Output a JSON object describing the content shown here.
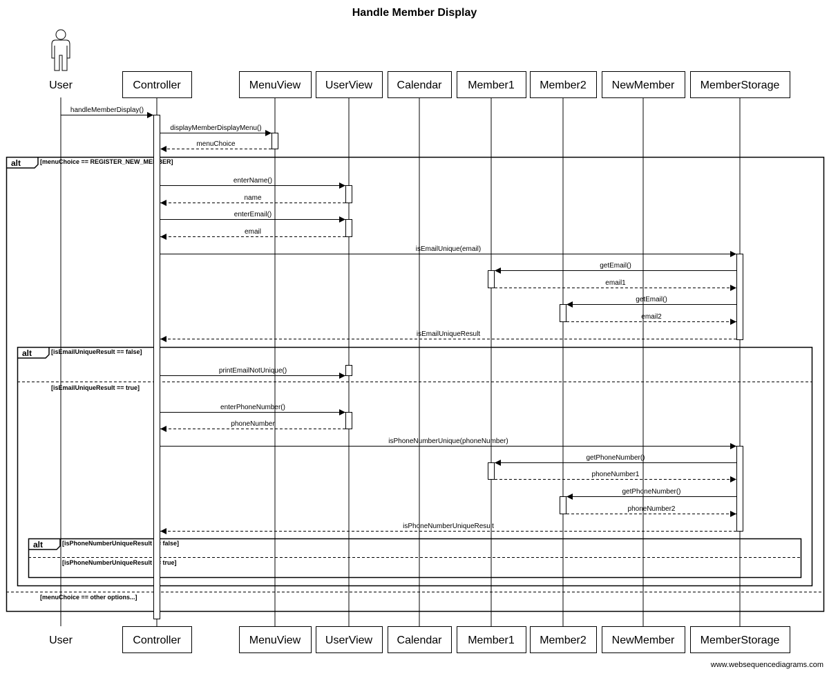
{
  "title": "Handle Member Display",
  "watermark": "www.websequencediagrams.com",
  "participants": [
    {
      "id": "User",
      "label": "User",
      "kind": "actor"
    },
    {
      "id": "Controller",
      "label": "Controller",
      "kind": "box"
    },
    {
      "id": "MenuView",
      "label": "MenuView",
      "kind": "box"
    },
    {
      "id": "UserView",
      "label": "UserView",
      "kind": "box"
    },
    {
      "id": "Calendar",
      "label": "Calendar",
      "kind": "box"
    },
    {
      "id": "Member1",
      "label": "Member1",
      "kind": "box"
    },
    {
      "id": "Member2",
      "label": "Member2",
      "kind": "box"
    },
    {
      "id": "NewMember",
      "label": "NewMember",
      "kind": "box"
    },
    {
      "id": "MemberStorage",
      "label": "MemberStorage",
      "kind": "box"
    }
  ],
  "messages": [
    {
      "from": "User",
      "to": "Controller",
      "label": "handleMemberDisplay()",
      "style": "sync"
    },
    {
      "from": "Controller",
      "to": "MenuView",
      "label": "displayMemberDisplayMenu()",
      "style": "sync"
    },
    {
      "from": "MenuView",
      "to": "Controller",
      "label": "menuChoice",
      "style": "return"
    },
    {
      "from": "Controller",
      "to": "UserView",
      "label": "enterName()",
      "style": "sync"
    },
    {
      "from": "UserView",
      "to": "Controller",
      "label": "name",
      "style": "return"
    },
    {
      "from": "Controller",
      "to": "UserView",
      "label": "enterEmail()",
      "style": "sync"
    },
    {
      "from": "UserView",
      "to": "Controller",
      "label": "email",
      "style": "return"
    },
    {
      "from": "Controller",
      "to": "MemberStorage",
      "label": "isEmailUnique(email)",
      "style": "sync"
    },
    {
      "from": "MemberStorage",
      "to": "Member1",
      "label": "getEmail()",
      "style": "sync"
    },
    {
      "from": "Member1",
      "to": "MemberStorage",
      "label": "email1",
      "style": "return"
    },
    {
      "from": "MemberStorage",
      "to": "Member2",
      "label": "getEmail()",
      "style": "sync"
    },
    {
      "from": "Member2",
      "to": "MemberStorage",
      "label": "email2",
      "style": "return"
    },
    {
      "from": "MemberStorage",
      "to": "Controller",
      "label": "isEmailUniqueResult",
      "style": "return"
    },
    {
      "from": "Controller",
      "to": "UserView",
      "label": "printEmailNotUnique()",
      "style": "sync"
    },
    {
      "from": "Controller",
      "to": "UserView",
      "label": "enterPhoneNumber()",
      "style": "sync"
    },
    {
      "from": "UserView",
      "to": "Controller",
      "label": "phoneNumber",
      "style": "return"
    },
    {
      "from": "Controller",
      "to": "MemberStorage",
      "label": "isPhoneNumberUnique(phoneNumber)",
      "style": "sync"
    },
    {
      "from": "MemberStorage",
      "to": "Member1",
      "label": "getPhoneNumber()",
      "style": "sync"
    },
    {
      "from": "Member1",
      "to": "MemberStorage",
      "label": "phoneNumber1",
      "style": "return"
    },
    {
      "from": "MemberStorage",
      "to": "Member2",
      "label": "getPhoneNumber()",
      "style": "sync"
    },
    {
      "from": "Member2",
      "to": "MemberStorage",
      "label": "phoneNumber2",
      "style": "return"
    },
    {
      "from": "MemberStorage",
      "to": "Controller",
      "label": "isPhoneNumberUniqueResult",
      "style": "return"
    }
  ],
  "fragments": [
    {
      "operator": "alt",
      "guards": [
        "[menuChoice == REGISTER_NEW_MEMBER]",
        "[menuChoice == other options...]"
      ]
    },
    {
      "operator": "alt",
      "guards": [
        "[isEmailUniqueResult == false]",
        "[isEmailUniqueResult == true]"
      ]
    },
    {
      "operator": "alt",
      "guards": [
        "[isPhoneNumberUniqueResult == false]",
        "[isPhoneNumberUniqueResult == true]"
      ]
    }
  ]
}
